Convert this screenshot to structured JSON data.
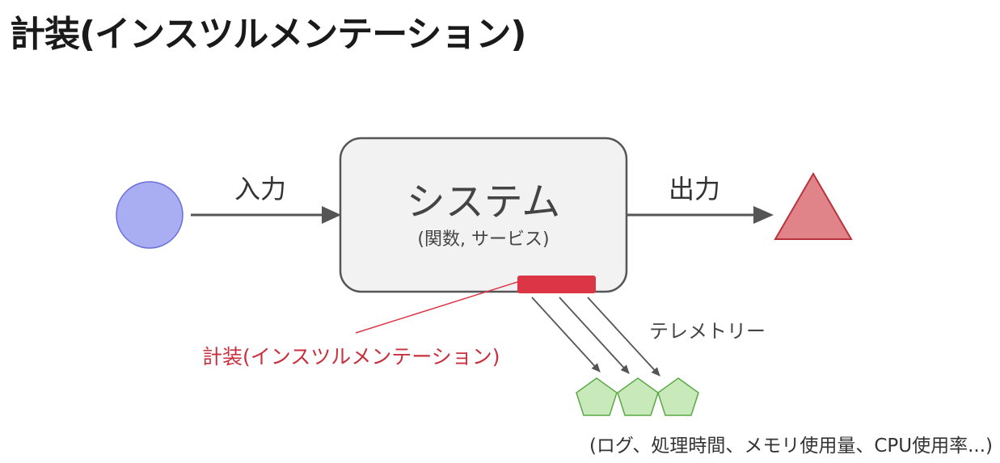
{
  "title": "計装(インスツルメンテーション)",
  "diagram": {
    "input_label": "入力",
    "output_label": "出力",
    "system_title": "システム",
    "system_subtitle": "(関数, サービス)",
    "instrumentation_label": "計装(インスツルメンテーション)",
    "telemetry_label": "テレメトリー",
    "telemetry_examples": "(ログ、処理時間、メモリ使用量、CPU使用率...)"
  },
  "colors": {
    "input_fill": "#a9aef3",
    "input_stroke": "#6a70d8",
    "system_fill": "#f2f2f2",
    "system_stroke": "#555555",
    "instrument_red": "#dc3545",
    "output_fill": "#e0848a",
    "output_stroke": "#b8333d",
    "telemetry_fill": "#c8eabb",
    "telemetry_stroke": "#5aa845",
    "arrow": "#555555"
  }
}
